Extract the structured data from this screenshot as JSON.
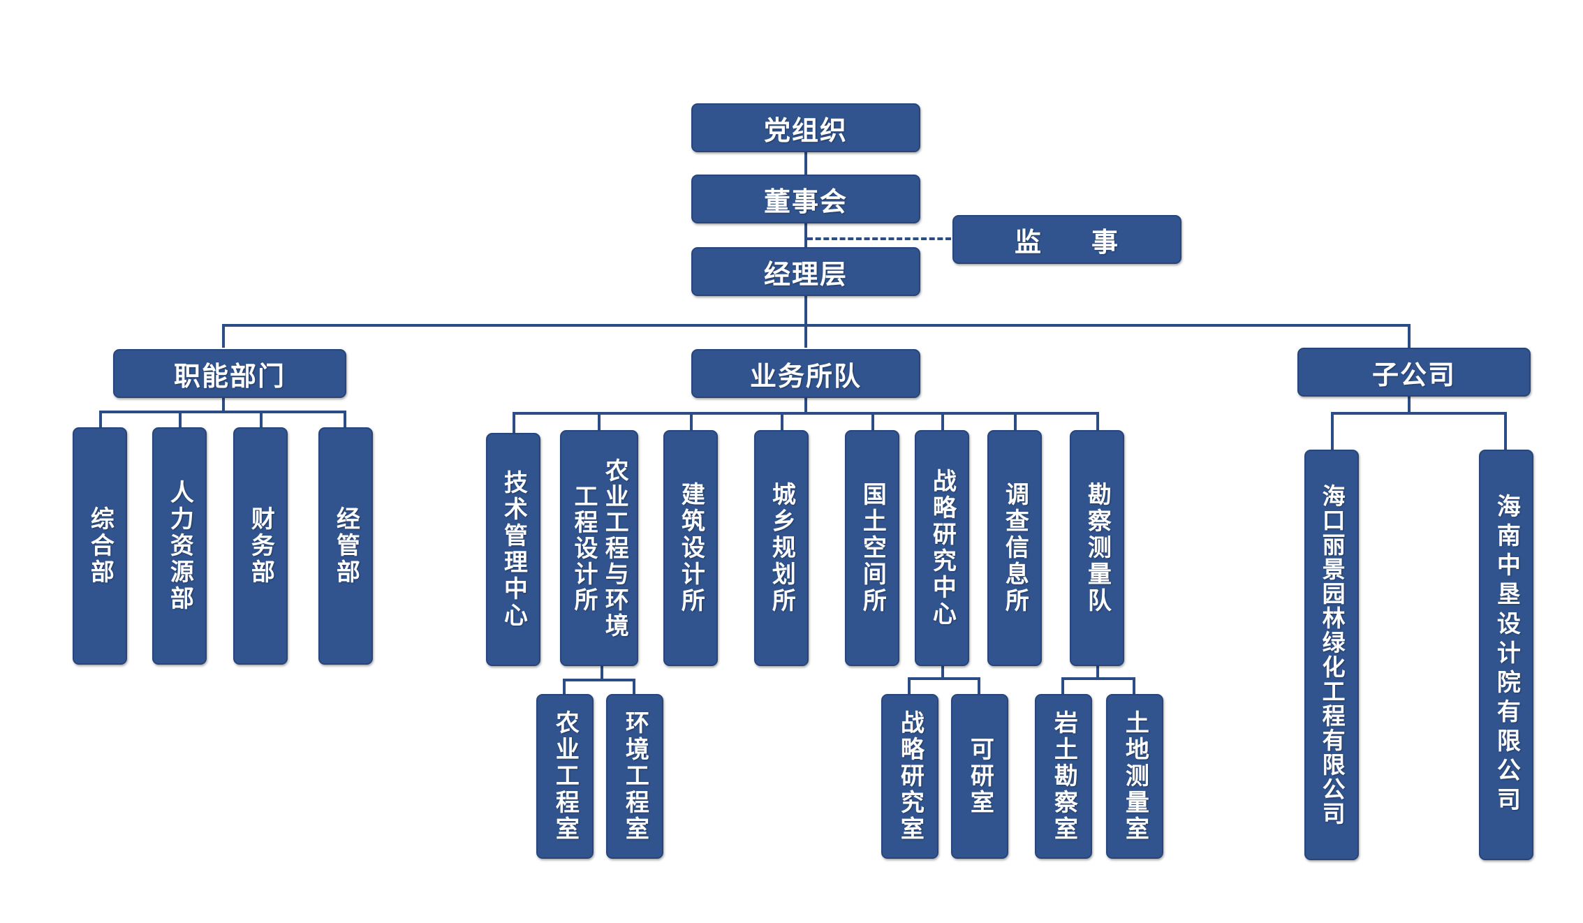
{
  "top": {
    "party": "党组织",
    "board": "董事会",
    "management": "经理层"
  },
  "supervisor": {
    "part1": "监",
    "part2": "事"
  },
  "branches": {
    "functional": "职能部门",
    "business": "业务所队",
    "subsidiary": "子公司"
  },
  "functional_units": [
    "综合部",
    "人力资源部",
    "财务部",
    "经管部"
  ],
  "business_units": [
    "技术管理中心",
    "农业工程与环境工程设计所",
    "建筑设计所",
    "城乡规划所",
    "国土空间所",
    "战略研究中心",
    "调查信息所",
    "勘察测量队"
  ],
  "business_subunits": {
    "agri_env": [
      "农业工程室",
      "环境工程室"
    ],
    "strategy": [
      "战略研究室",
      "可研室"
    ],
    "survey": [
      "岩土勘察室",
      "土地测量室"
    ]
  },
  "subsidiaries": [
    "海口丽景园林绿化工程有限公司",
    "海南中垦设计院有限公司"
  ]
}
